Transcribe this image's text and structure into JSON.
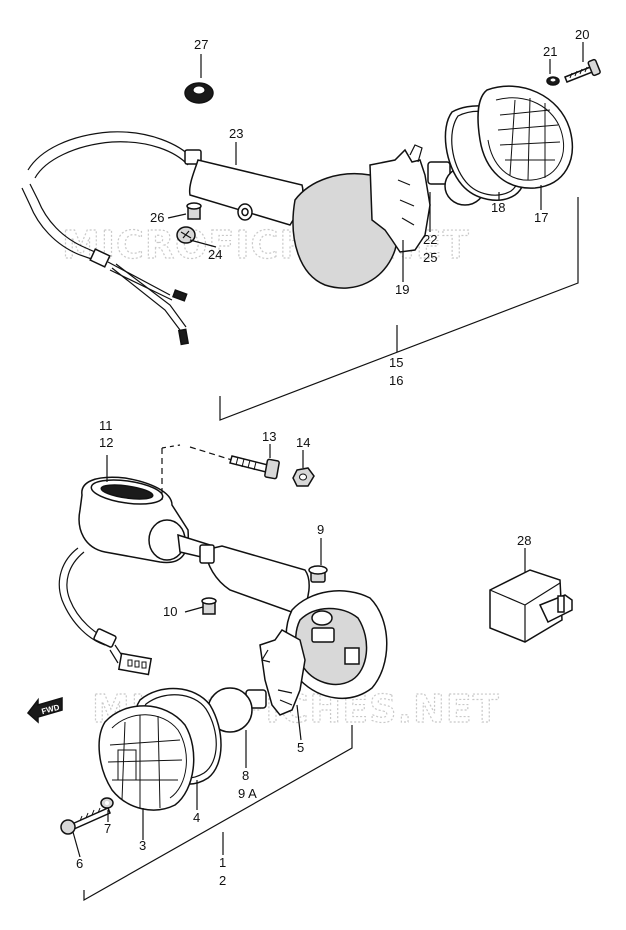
{
  "watermark": "MICROFICHES.NET",
  "fwd_label": "FWD",
  "labels": {
    "p27": "27",
    "p20": "20",
    "p21": "21",
    "p23": "23",
    "p26": "26",
    "p24": "24",
    "p22": "22",
    "p25": "25",
    "p19": "19",
    "p18": "18",
    "p17": "17",
    "p15": "15",
    "p16": "16",
    "p11": "11",
    "p12": "12",
    "p13": "13",
    "p14": "14",
    "p9": "9",
    "p10": "10",
    "p28": "28",
    "p8": "8",
    "p9a": "9 A",
    "p5": "5",
    "p4": "4",
    "p3": "3",
    "p7": "7",
    "p6": "6",
    "p1": "1",
    "p2": "2"
  }
}
